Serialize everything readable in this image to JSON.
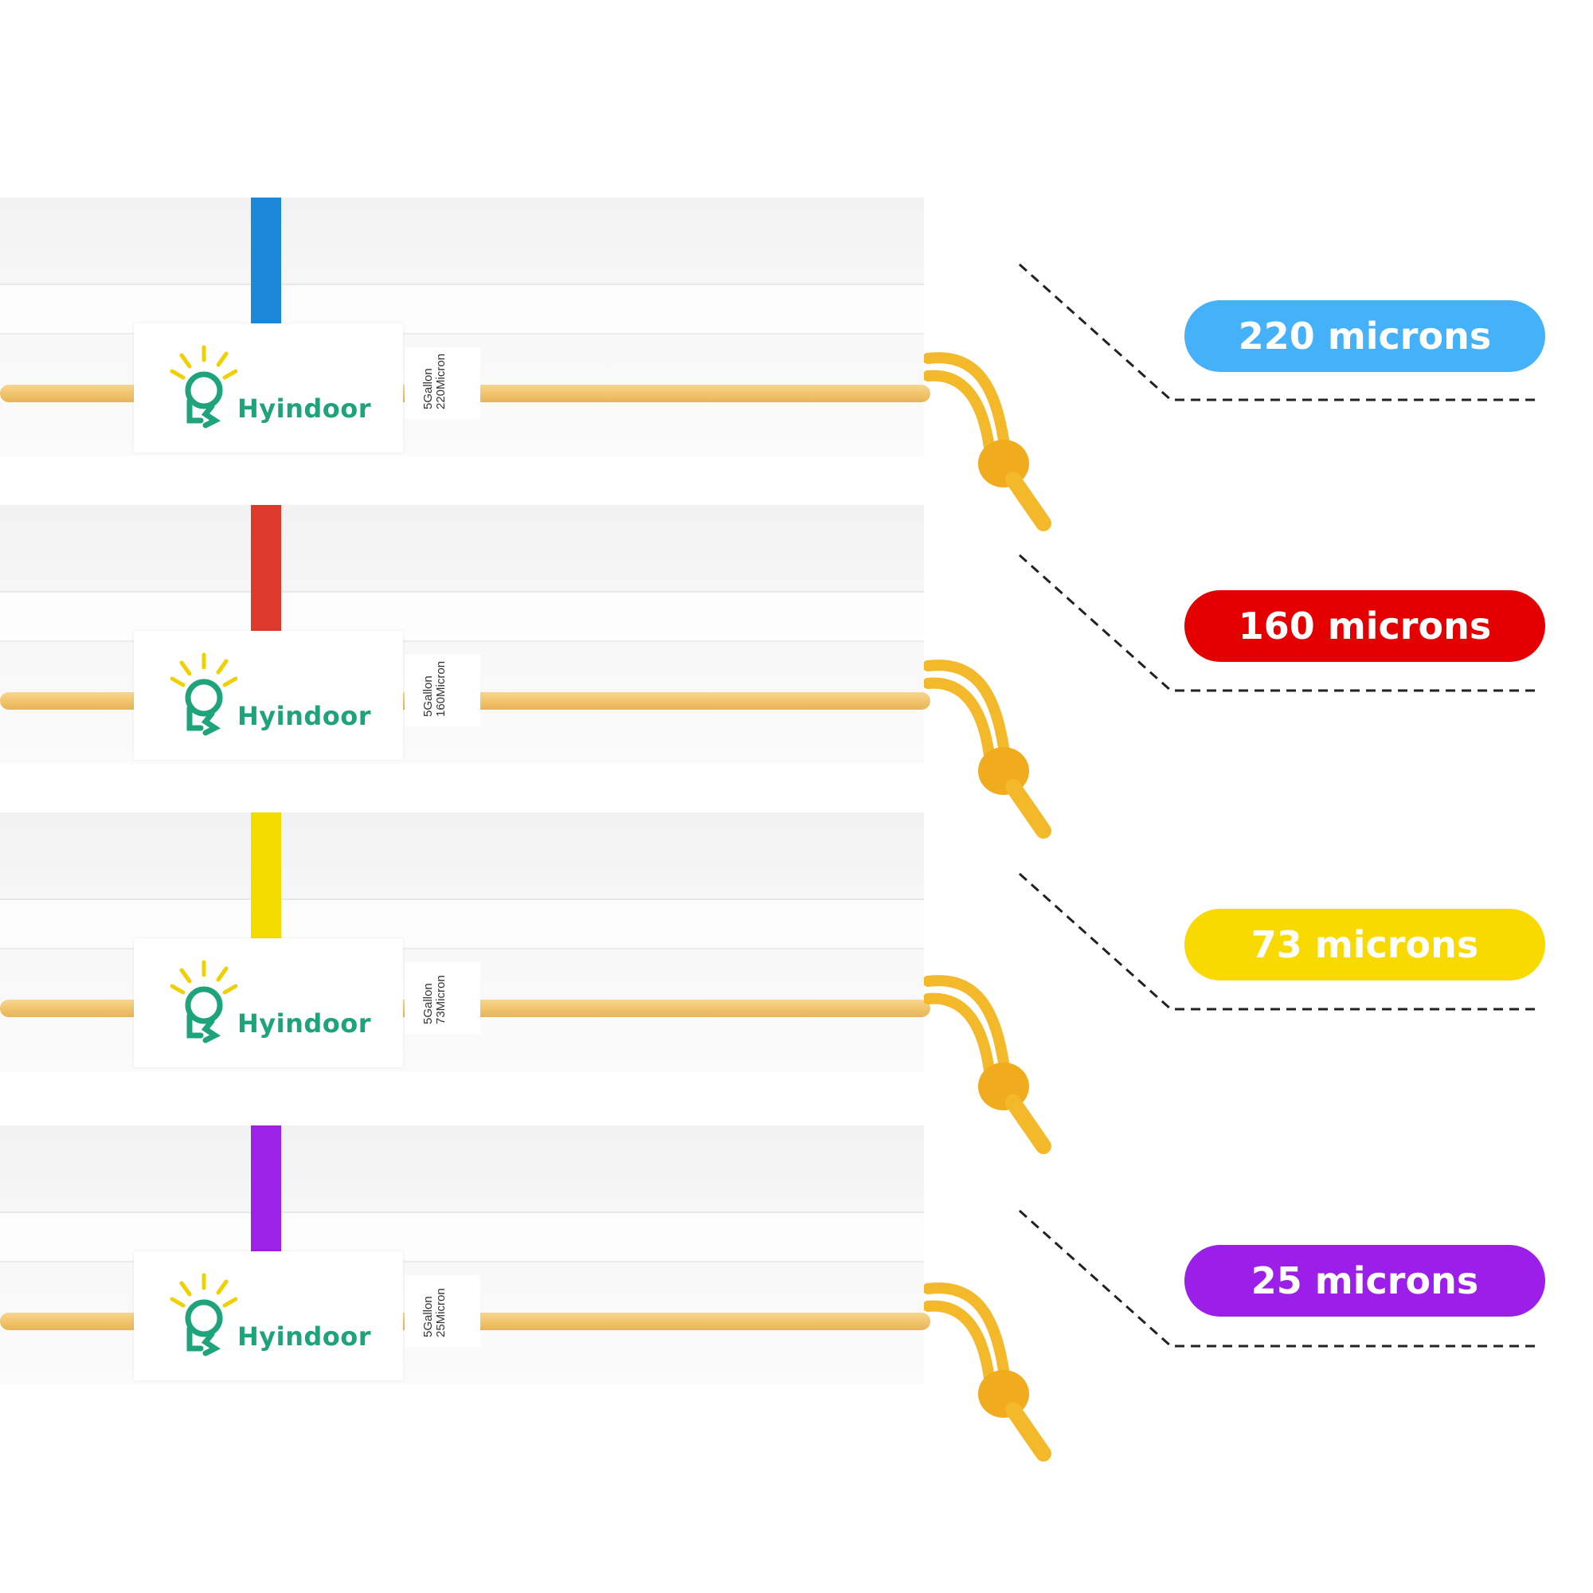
{
  "brand_name": "Hyindoor",
  "bags": [
    {
      "gallon": "5Gallon",
      "micron_tag": "220Micron",
      "label": "220 microns",
      "color": "#45b1f8",
      "strip_color": "#1e88d8"
    },
    {
      "gallon": "5Gallon",
      "micron_tag": "160Micron",
      "label": "160 microns",
      "color": "#e40000",
      "strip_color": "#dd3a2c"
    },
    {
      "gallon": "5Gallon",
      "micron_tag": "73Micron",
      "label": "73 microns",
      "color": "#f8d900",
      "strip_color": "#f5dc00"
    },
    {
      "gallon": "5Gallon",
      "micron_tag": "25Micron",
      "label": "25 microns",
      "color": "#9b1fe8",
      "strip_color": "#9b22e6"
    }
  ]
}
